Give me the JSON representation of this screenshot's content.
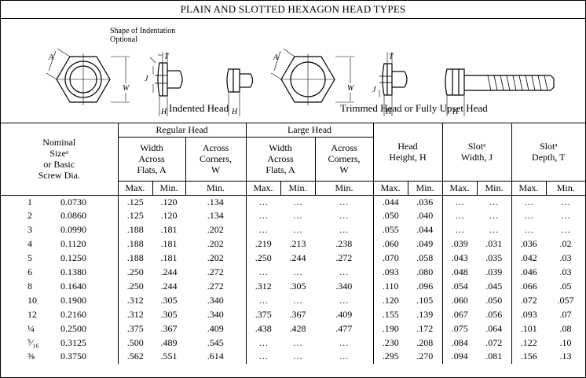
{
  "title": "PLAIN AND SLOTTED HEXAGON HEAD TYPES",
  "figure": {
    "shape_note_line1": "Shape of Indentation",
    "shape_note_line2": "Optional",
    "indented_caption": "Indented Head",
    "trimmed_caption": "Trimmed Head or Fully Upset Head",
    "dim_a": "A",
    "dim_w": "W",
    "dim_j": "J",
    "dim_t": "T",
    "dim_h": "H"
  },
  "table": {
    "nominal_header": [
      "Nominal",
      "Sizeᵃ",
      "or Basic",
      "Screw Dia."
    ],
    "regular_head": "Regular Head",
    "large_head": "Large Head",
    "width_across_flats": [
      "Width",
      "Across",
      "Flats, A"
    ],
    "across_corners": [
      "Across",
      "Corners,",
      "W"
    ],
    "head_height": [
      "Head",
      "Height, H"
    ],
    "slot_width": [
      "Slotᵃ",
      "Width, J"
    ],
    "slot_depth": [
      "Slotᵃ",
      "Depth, T"
    ],
    "max": "Max.",
    "min": "Min.",
    "rows": [
      [
        "1",
        "0.0730",
        ".125",
        ".120",
        ".134",
        "…",
        "…",
        "…",
        ".044",
        ".036",
        "…",
        "…",
        "…",
        "…"
      ],
      [
        "2",
        "0.0860",
        ".125",
        ".120",
        ".134",
        "…",
        "…",
        "…",
        ".050",
        ".040",
        "…",
        "…",
        "…",
        "…"
      ],
      [
        "3",
        "0.0990",
        ".188",
        ".181",
        ".202",
        "…",
        "…",
        "…",
        ".055",
        ".044",
        "…",
        "…",
        "…",
        "…"
      ],
      [
        "4",
        "0.1120",
        ".188",
        ".181",
        ".202",
        ".219",
        ".213",
        ".238",
        ".060",
        ".049",
        ".039",
        ".031",
        ".036",
        ".02"
      ],
      [
        "5",
        "0.1250",
        ".188",
        ".181",
        ".202",
        ".250",
        ".244",
        ".272",
        ".070",
        ".058",
        ".043",
        ".035",
        ".042",
        ".03"
      ],
      [
        "6",
        "0.1380",
        ".250",
        ".244",
        ".272",
        "…",
        "…",
        "…",
        ".093",
        ".080",
        ".048",
        ".039",
        ".046",
        ".03"
      ],
      [
        "8",
        "0.1640",
        ".250",
        ".244",
        ".272",
        ".312",
        ".305",
        ".340",
        ".110",
        ".096",
        ".054",
        ".045",
        ".066",
        ".05"
      ],
      [
        "10",
        "0.1900",
        ".312",
        ".305",
        ".340",
        "…",
        "…",
        "…",
        ".120",
        ".105",
        ".060",
        ".050",
        ".072",
        ".057"
      ],
      [
        "12",
        "0.2160",
        ".312",
        ".305",
        ".340",
        ".375",
        ".367",
        ".409",
        ".155",
        ".139",
        ".067",
        ".056",
        ".093",
        ".07"
      ],
      [
        "¼",
        "0.2500",
        ".375",
        ".367",
        ".409",
        ".438",
        ".428",
        ".477",
        ".190",
        ".172",
        ".075",
        ".064",
        ".101",
        ".08"
      ],
      [
        "⁵⁄₁₆",
        "0.3125",
        ".500",
        ".489",
        ".545",
        "…",
        "…",
        "…",
        ".230",
        ".208",
        ".084",
        ".072",
        ".122",
        ".10"
      ],
      [
        "⅜",
        "0.3750",
        ".562",
        ".551",
        ".614",
        "…",
        "…",
        "…",
        ".295",
        ".270",
        ".094",
        ".081",
        ".156",
        ".13"
      ]
    ]
  }
}
